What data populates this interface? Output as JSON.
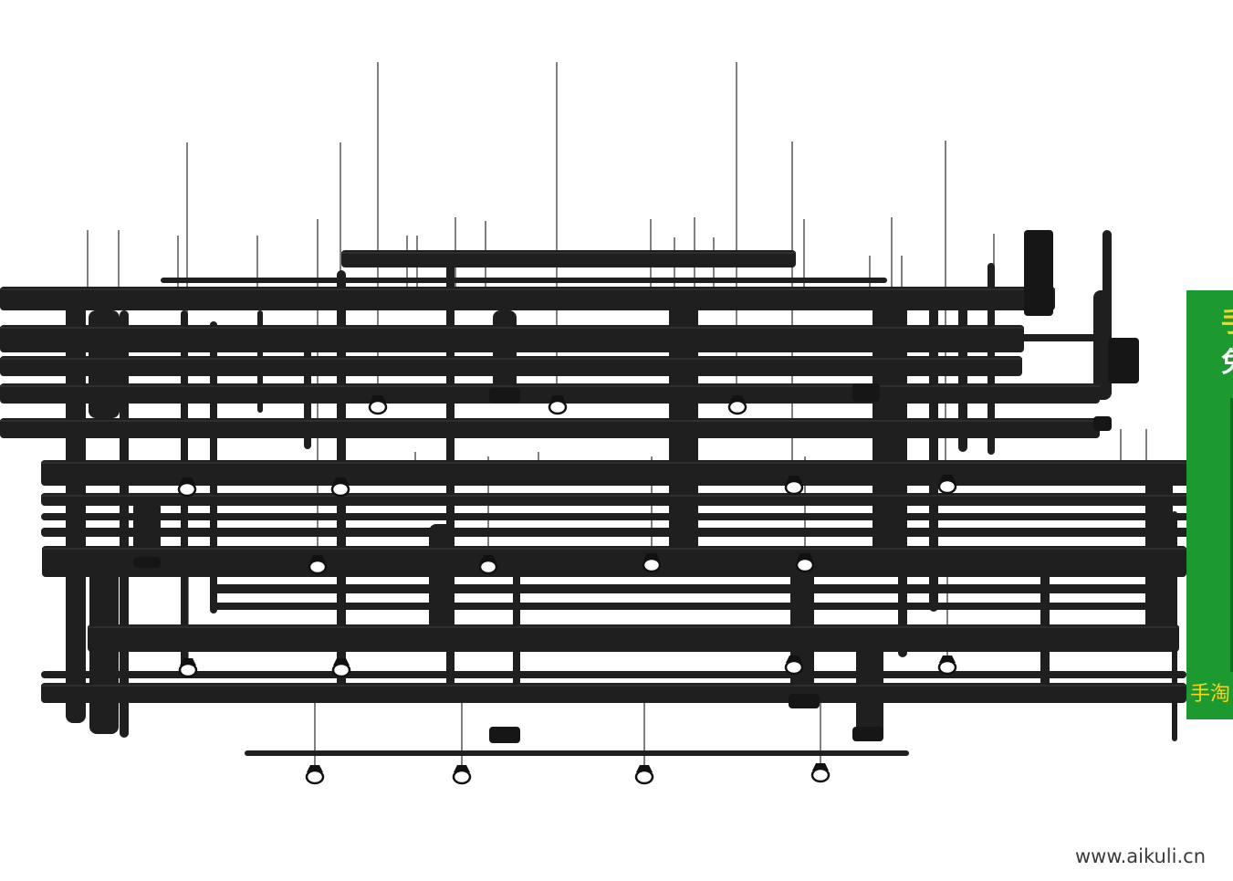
{
  "scene": {
    "subject": "pipe-rack-with-hanging-lamps",
    "pipe_color": "#1f1f1f",
    "pipe_highlight": "#2e2e2e",
    "rod_color": "#000000",
    "lamp_glass": "#ffffff",
    "lamp_body": "#111111"
  },
  "banner": {
    "background": "#1c9a2f",
    "accent": "#ffd21a",
    "line1": "手",
    "line2": "免",
    "bottom": "手淘"
  },
  "watermark": {
    "text": "www.aikuli.cn"
  }
}
